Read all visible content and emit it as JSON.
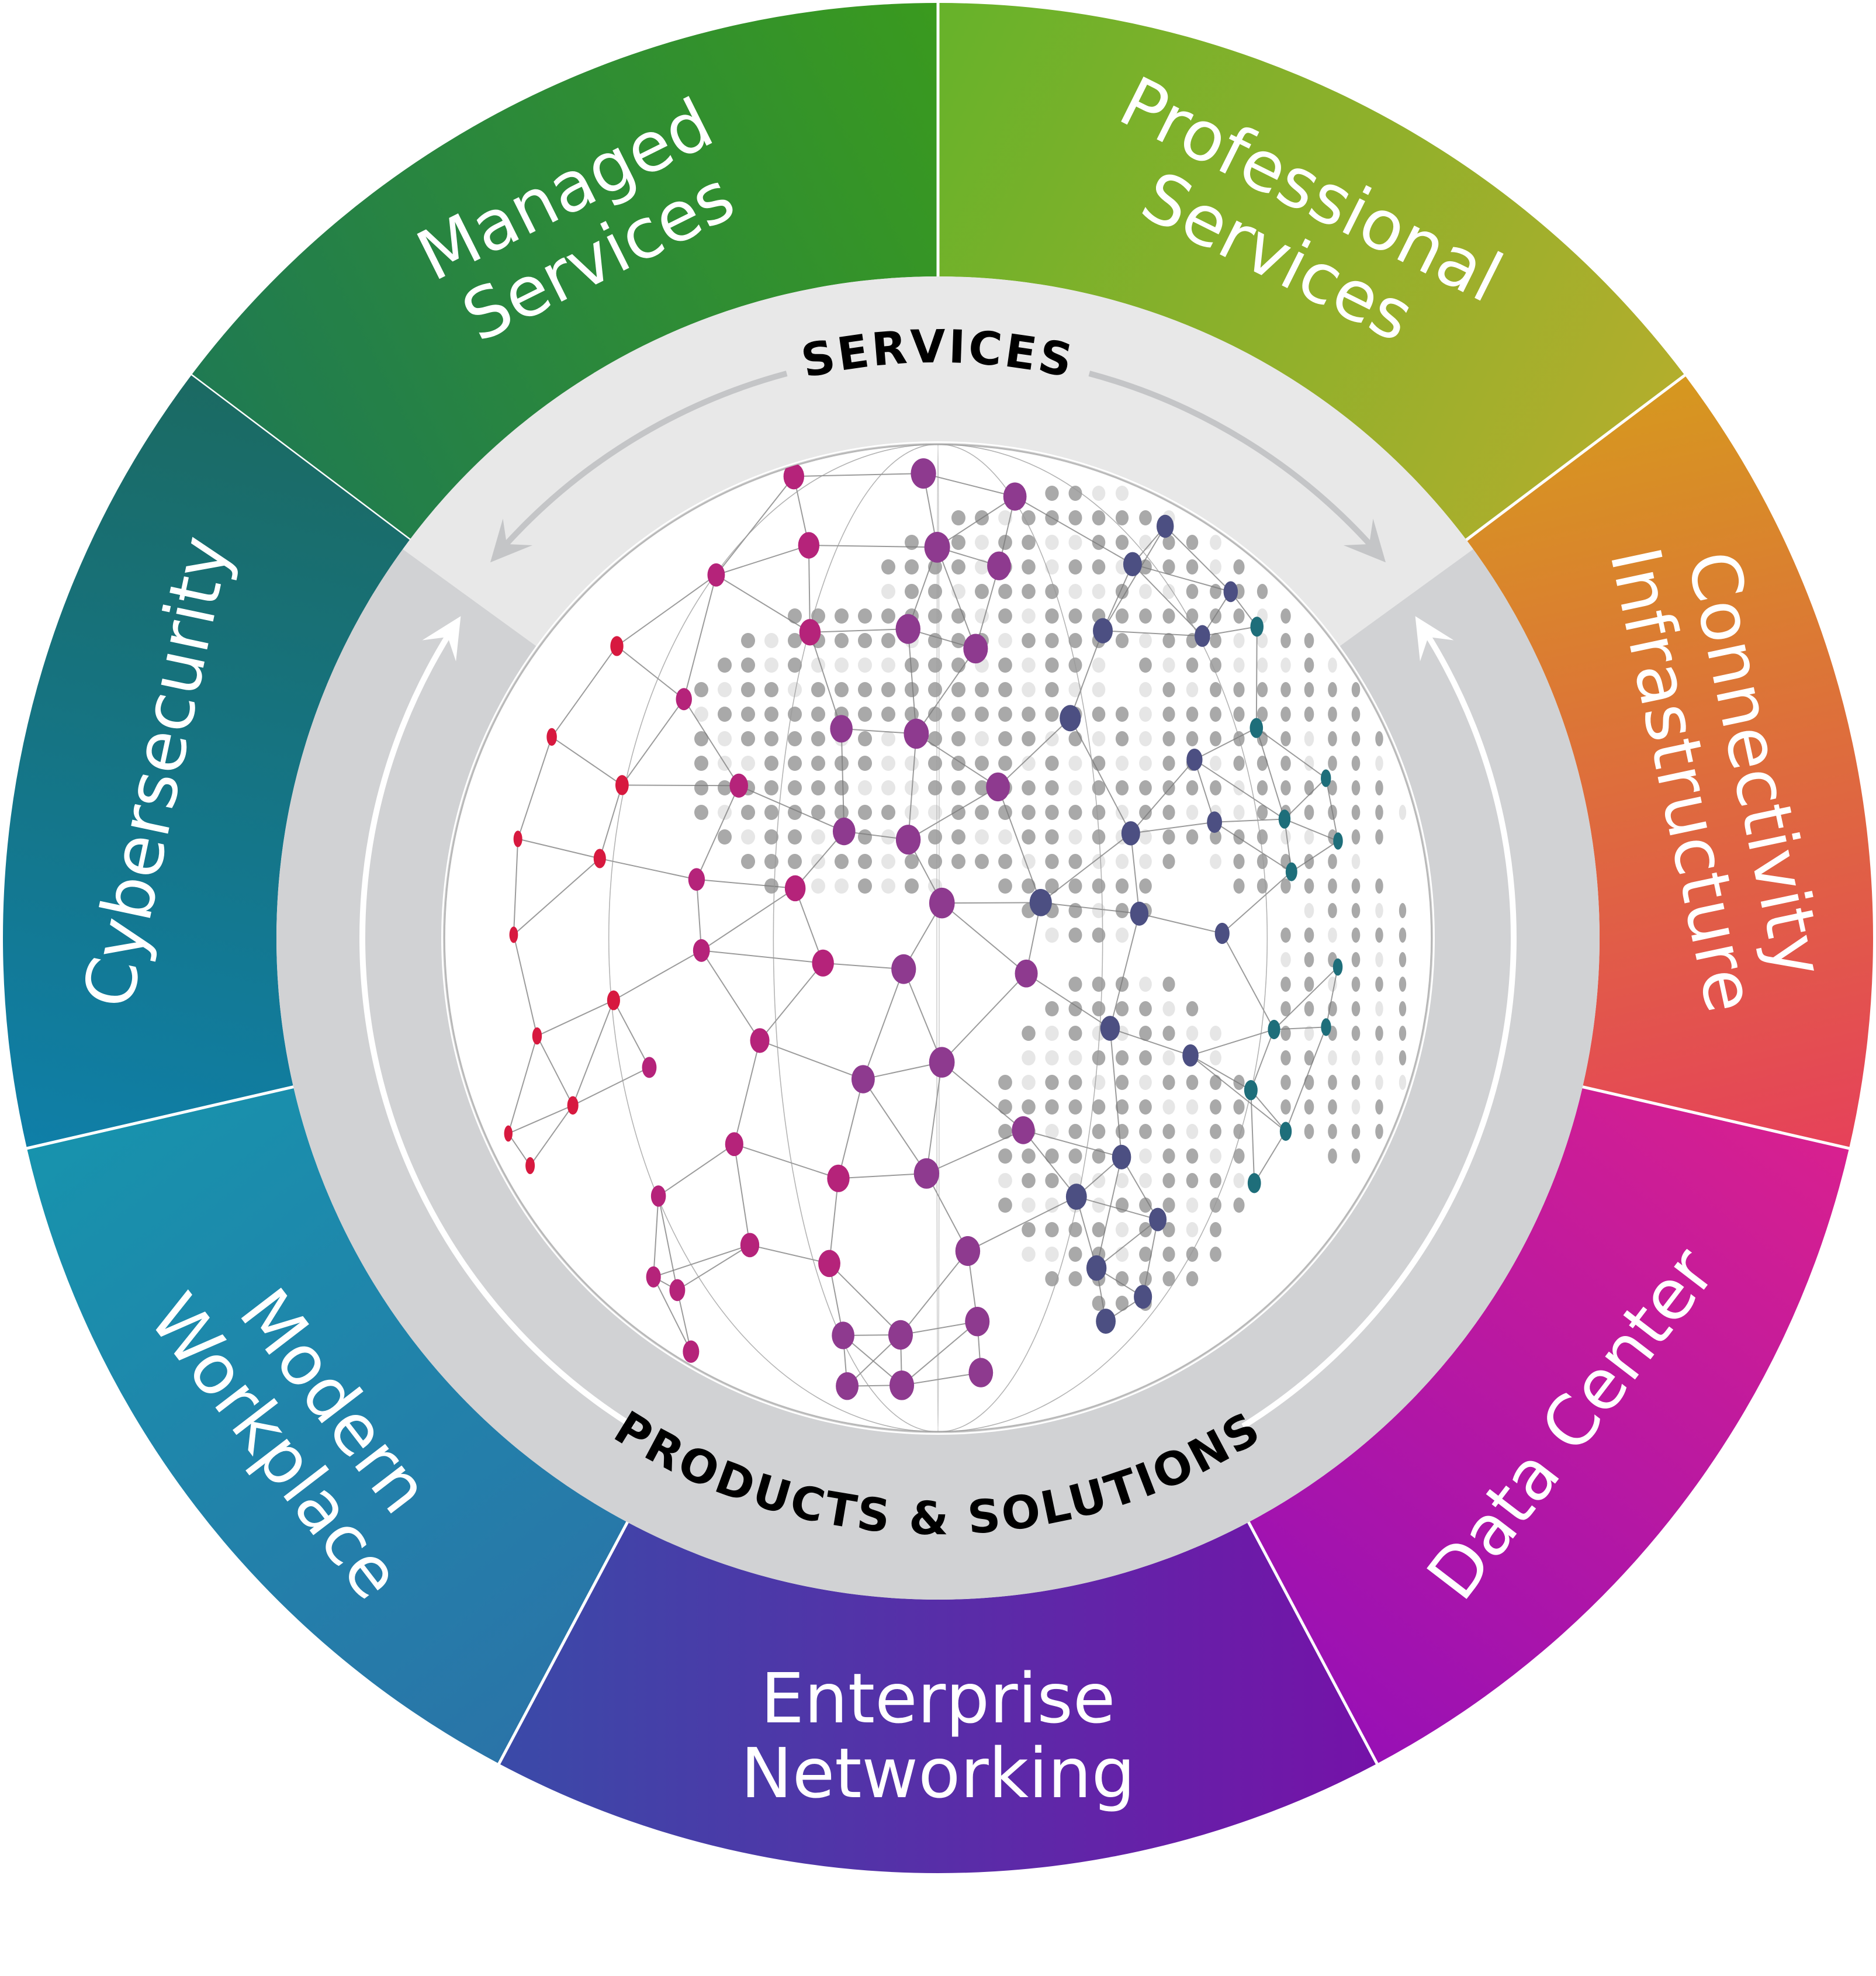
{
  "diagram": {
    "segments": [
      {
        "id": "managed-services",
        "lines": [
          "Managed",
          "Services"
        ],
        "colors": [
          "#1f7a52",
          "#3a9a1e"
        ]
      },
      {
        "id": "professional-services",
        "lines": [
          "Professional",
          "Services"
        ],
        "colors": [
          "#66b22a",
          "#b3ae2c"
        ]
      },
      {
        "id": "connectivity-infrastructure",
        "lines": [
          "Connectivity",
          "Infrastructure"
        ],
        "colors": [
          "#d6981f",
          "#e6415a"
        ]
      },
      {
        "id": "data-center",
        "lines": [
          "Data Center"
        ],
        "colors": [
          "#d8208f",
          "#9810b5"
        ]
      },
      {
        "id": "enterprise-networking",
        "lines": [
          "Enterprise",
          "Networking"
        ],
        "colors": [
          "#7512a8",
          "#3a4aa8"
        ]
      },
      {
        "id": "modern-workplace",
        "lines": [
          "Modern",
          "Workplace"
        ],
        "colors": [
          "#2a74a8",
          "#1793ad"
        ]
      },
      {
        "id": "cybersecurity",
        "lines": [
          "Cybersecurity"
        ],
        "colors": [
          "#0f7fa8",
          "#1b6a62"
        ]
      }
    ],
    "inner_band": {
      "top_label": "SERVICES",
      "bottom_label": "PRODUCTS & SOLUTIONS",
      "top_color": "#e8e8e8",
      "bottom_color": "#d1d2d4",
      "top_arrow_color": "#c4c5c7",
      "bottom_arrow_color": "#ffffff"
    },
    "globe": {
      "node_colors": [
        "#d7193f",
        "#b5237a",
        "#8e3a8f",
        "#4c4f82",
        "#1e6e7a"
      ],
      "land_dot_color": "#a9a9a9",
      "line_color": "#7a7a7a"
    }
  }
}
